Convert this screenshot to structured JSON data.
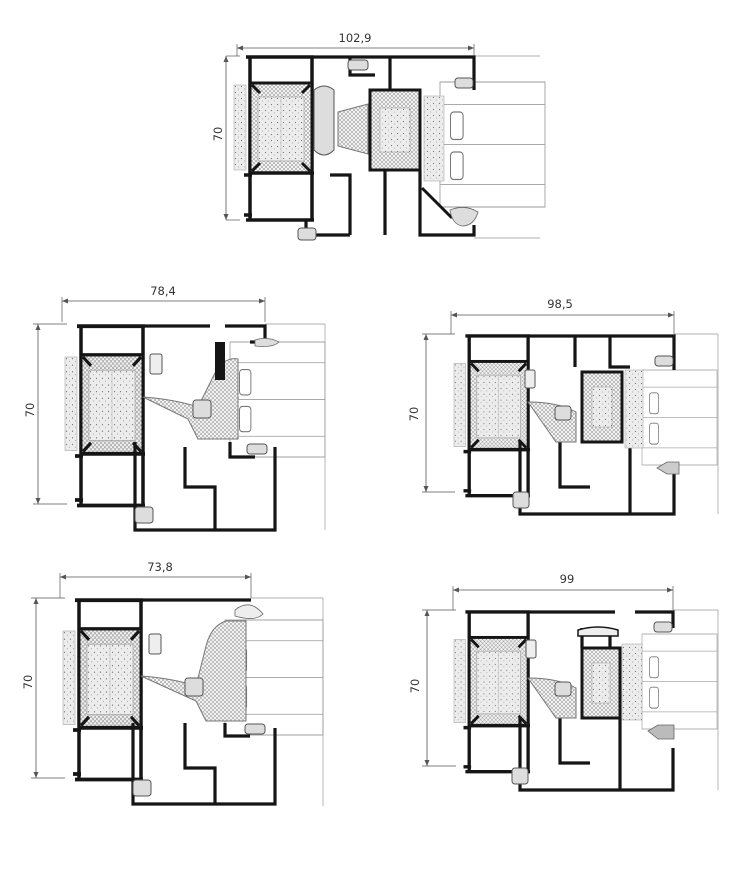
{
  "colors": {
    "profile": "#151515",
    "insulation": "#e6e6e6",
    "gasket": "#cfcfcf",
    "glass_line": "#9a9a9a",
    "dimension_line": "#555555"
  },
  "sections": [
    {
      "id": "section-1",
      "width_label": "102,9",
      "height_label": "70"
    },
    {
      "id": "section-2",
      "width_label": "78,4",
      "height_label": "70"
    },
    {
      "id": "section-3",
      "width_label": "98,5",
      "height_label": "70"
    },
    {
      "id": "section-4",
      "width_label": "73,8",
      "height_label": "70"
    },
    {
      "id": "section-5",
      "width_label": "99",
      "height_label": "70"
    }
  ]
}
